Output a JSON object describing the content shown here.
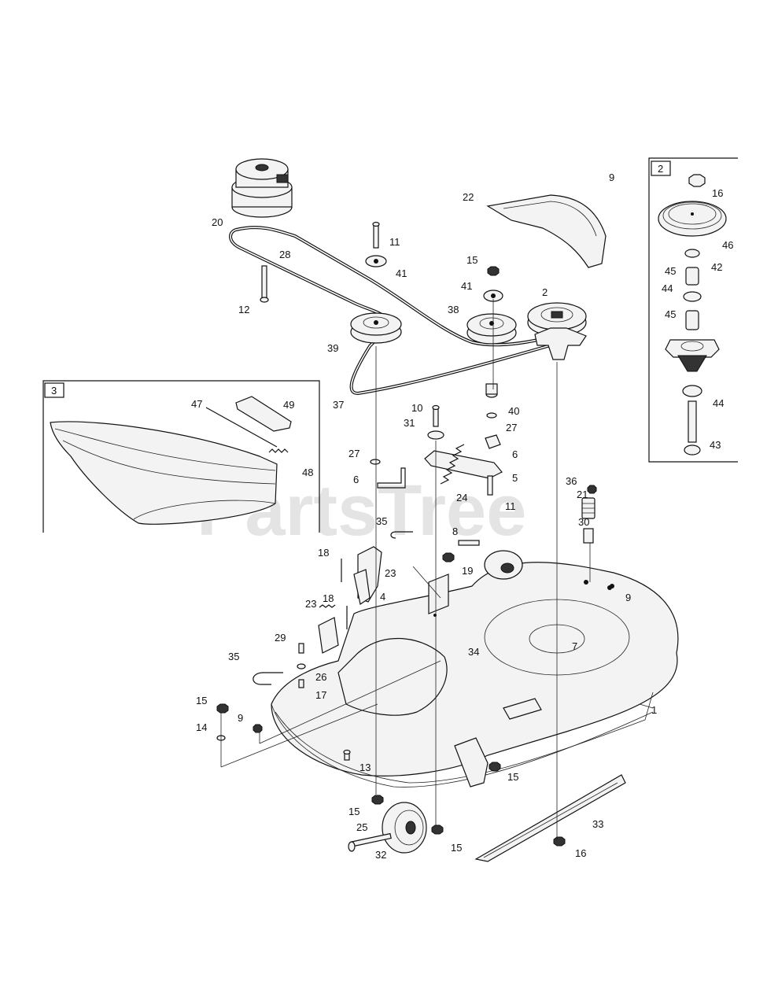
{
  "watermark": "PartsTree",
  "insets": [
    {
      "id": "2"
    },
    {
      "id": "3"
    }
  ],
  "callouts": [
    {
      "n": "1"
    },
    {
      "n": "2"
    },
    {
      "n": "4"
    },
    {
      "n": "5"
    },
    {
      "n": "6"
    },
    {
      "n": "6"
    },
    {
      "n": "7"
    },
    {
      "n": "8"
    },
    {
      "n": "9"
    },
    {
      "n": "9"
    },
    {
      "n": "9"
    },
    {
      "n": "10"
    },
    {
      "n": "11"
    },
    {
      "n": "11"
    },
    {
      "n": "12"
    },
    {
      "n": "13"
    },
    {
      "n": "14"
    },
    {
      "n": "15"
    },
    {
      "n": "15"
    },
    {
      "n": "15"
    },
    {
      "n": "15"
    },
    {
      "n": "15"
    },
    {
      "n": "16"
    },
    {
      "n": "16"
    },
    {
      "n": "17"
    },
    {
      "n": "18"
    },
    {
      "n": "18"
    },
    {
      "n": "19"
    },
    {
      "n": "20"
    },
    {
      "n": "21"
    },
    {
      "n": "22"
    },
    {
      "n": "23"
    },
    {
      "n": "23"
    },
    {
      "n": "24"
    },
    {
      "n": "25"
    },
    {
      "n": "26"
    },
    {
      "n": "27"
    },
    {
      "n": "27"
    },
    {
      "n": "28"
    },
    {
      "n": "29"
    },
    {
      "n": "30"
    },
    {
      "n": "31"
    },
    {
      "n": "32"
    },
    {
      "n": "33"
    },
    {
      "n": "34"
    },
    {
      "n": "35"
    },
    {
      "n": "35"
    },
    {
      "n": "36"
    },
    {
      "n": "37"
    },
    {
      "n": "38"
    },
    {
      "n": "39"
    },
    {
      "n": "40"
    },
    {
      "n": "41"
    },
    {
      "n": "41"
    },
    {
      "n": "42"
    },
    {
      "n": "43"
    },
    {
      "n": "44"
    },
    {
      "n": "44"
    },
    {
      "n": "45"
    },
    {
      "n": "45"
    },
    {
      "n": "46"
    },
    {
      "n": "47"
    },
    {
      "n": "48"
    },
    {
      "n": "49"
    }
  ]
}
